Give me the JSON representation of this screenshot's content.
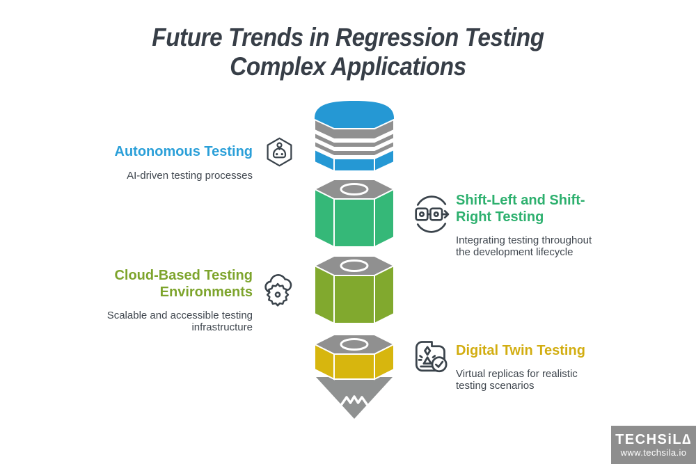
{
  "title": {
    "line1": "Future Trends in Regression Testing",
    "line2": "Complex Applications"
  },
  "items": [
    {
      "heading": "Autonomous Testing",
      "description": "AI-driven testing processes",
      "color": "#2a9fd8",
      "icon": "robot-hexagon-icon",
      "side": "left"
    },
    {
      "heading": "Shift-Left and Shift-Right Testing",
      "description": "Integrating testing throughout the development lifecycle",
      "color": "#2db06e",
      "icon": "shift-cycle-icon",
      "side": "right"
    },
    {
      "heading": "Cloud-Based Testing Environments",
      "description": "Scalable and accessible testing infrastructure",
      "color": "#7da42c",
      "icon": "cloud-gear-icon",
      "side": "left"
    },
    {
      "heading": "Digital Twin Testing",
      "description": "Virtual replicas for realistic testing scenarios",
      "color": "#d2ad10",
      "icon": "digital-twin-check-icon",
      "side": "right"
    }
  ],
  "pencil": {
    "segments": [
      "#2598d4",
      "#35b878",
      "#81a92e",
      "#d7b60e"
    ],
    "band_color": "#909090",
    "top_face_color": "#909090",
    "tip_color": "#8f9191"
  },
  "icon_color": "#3a434b",
  "footer": {
    "brand": "TECHSiL∆",
    "website": "www.techsila.io",
    "background": "#8e8e8e"
  }
}
